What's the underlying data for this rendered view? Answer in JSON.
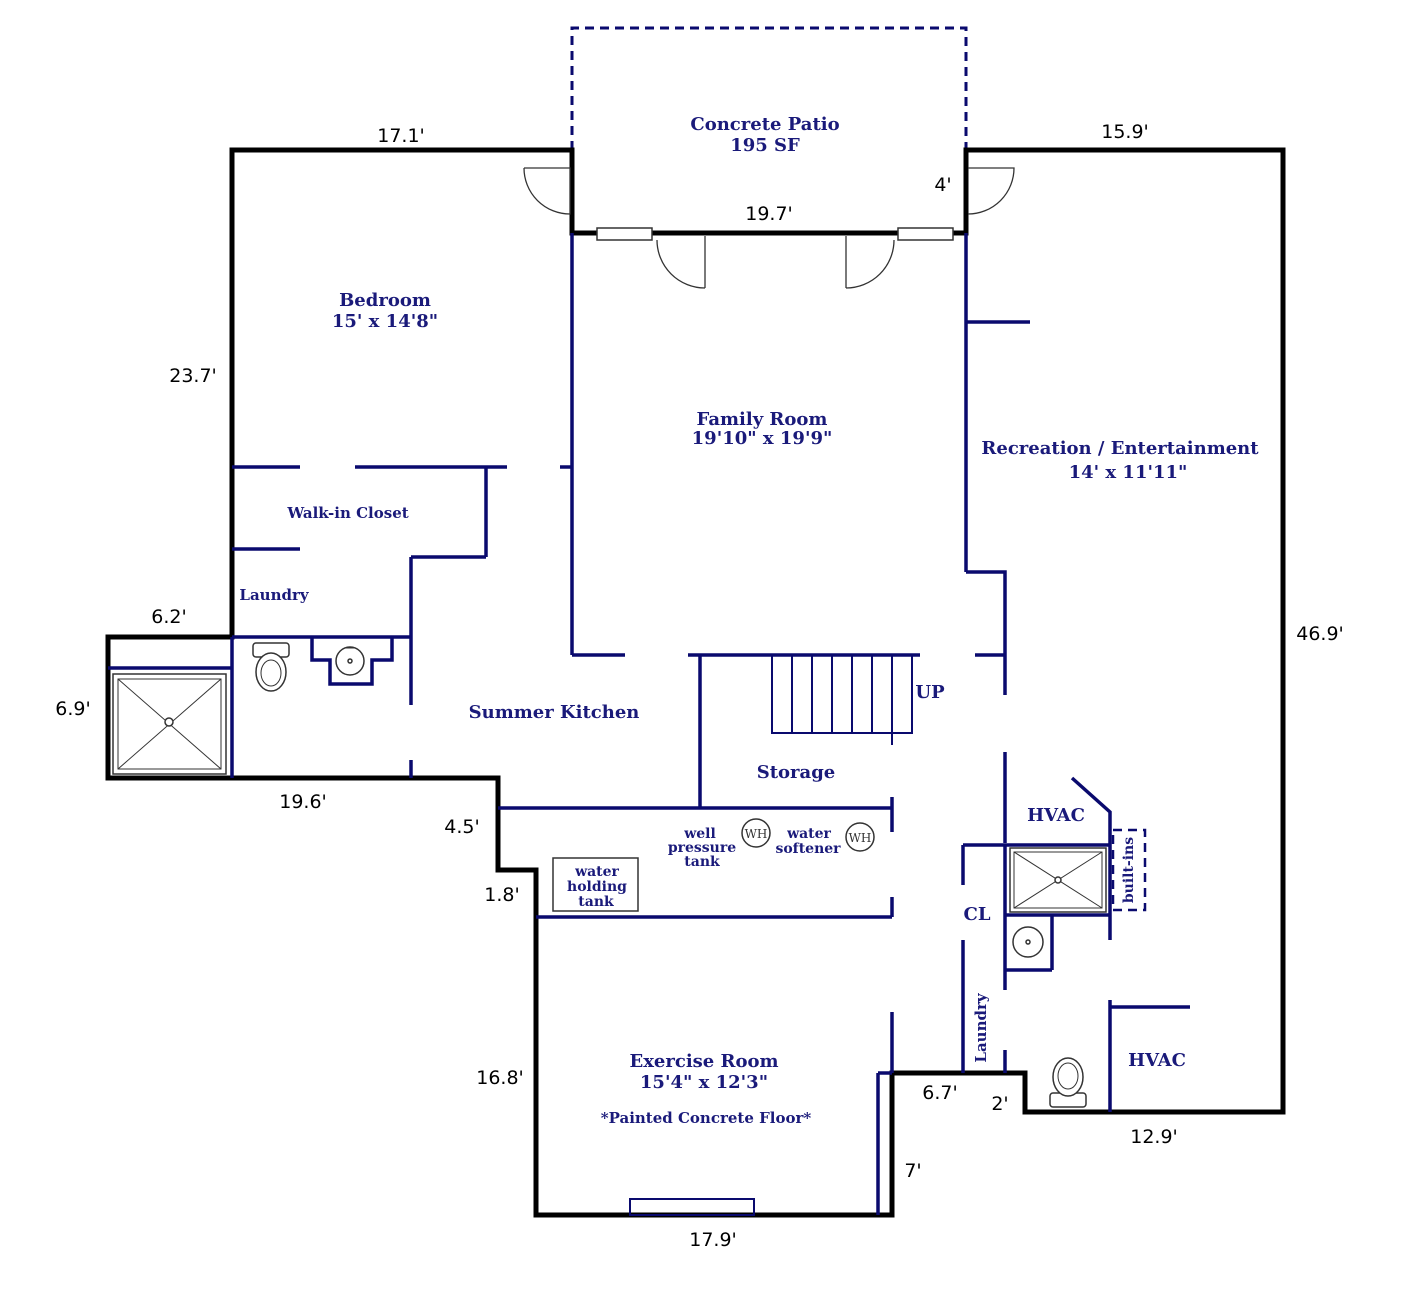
{
  "plan": {
    "rooms": {
      "patio_name": "Concrete Patio",
      "patio_area": "195 SF",
      "bedroom_name": "Bedroom",
      "bedroom_size": "15' x 14'8\"",
      "family_name": "Family Room",
      "family_size": "19'10\" x 19'9\"",
      "rec_name": "Recreation / Entertainment",
      "rec_size": "14' x 11'11\"",
      "closet_name": "Walk-in Closet",
      "laundry_left": "Laundry",
      "summer_kitchen": "Summer Kitchen",
      "up": "UP",
      "storage": "Storage",
      "hvac_top": "HVAC",
      "builtins": "built-ins",
      "well_1": "well",
      "well_2": "pressure",
      "well_3": "tank",
      "wh_1": "WH",
      "wh_2": "WH",
      "softener_1": "water",
      "softener_2": "softener",
      "holding_1": "water",
      "holding_2": "holding",
      "holding_3": "tank",
      "cl": "CL",
      "laundry_right": "Laundry",
      "hvac_bottom": "HVAC",
      "exercise_name": "Exercise Room",
      "exercise_size": "15'4\" x 12'3\"",
      "exercise_note": "*Painted Concrete Floor*"
    },
    "dimensions": {
      "top_left": "17.1'",
      "top_right": "15.9'",
      "patio_depth": "4'",
      "patio_width": "19.7'",
      "left_upper": "23.7'",
      "left_jog": "6.2'",
      "left_bath": "6.9'",
      "bottom_left": "19.6'",
      "step_1": "4.5'",
      "step_2": "1.8'",
      "left_lower": "16.8'",
      "bottom_center": "17.9'",
      "exercise_right": "7'",
      "bottom_jog": "6.7'",
      "bottom_step": "2'",
      "bottom_right": "12.9'",
      "right_side": "46.9'"
    }
  }
}
